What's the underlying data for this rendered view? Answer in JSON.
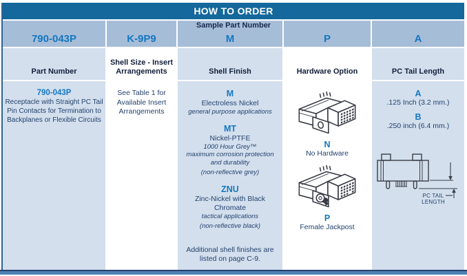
{
  "title": "HOW TO ORDER",
  "sample": {
    "label": "Sample Part Number",
    "values": [
      "790-043P",
      "K-9P9",
      "M",
      "P",
      "A"
    ]
  },
  "columns": [
    {
      "header": "Part Number",
      "code": "790-043P",
      "description": "Receptacle with Straight PC Tail Pin Contacts for Termination to Backplanes or Flexible Circuits"
    },
    {
      "header": "Shell Size - Insert Arrangements",
      "note": "See Table 1 for Available Insert Arrangements"
    },
    {
      "header": "Shell Finish",
      "options": [
        {
          "code": "M",
          "name": "Electroless Nickel",
          "details": [
            "general purpose applications"
          ]
        },
        {
          "code": "MT",
          "name": "Nickel-PTFE",
          "details": [
            "1000 Hour Grey™",
            "maximum corrosion protection and durability",
            "(non-reflective grey)"
          ]
        },
        {
          "code": "ZNU",
          "name": "Zinc-Nickel with Black Chromate",
          "details": [
            "tactical applications",
            "(non-reflective black)"
          ]
        }
      ],
      "footnote": "Additional shell finishes are listed on page C-9."
    },
    {
      "header": "Hardware Option",
      "options": [
        {
          "code": "N",
          "name": "No Hardware",
          "icon": "connector-no-hardware-icon"
        },
        {
          "code": "P",
          "name": "Female Jackpost",
          "icon": "connector-female-jackpost-icon"
        }
      ]
    },
    {
      "header": "PC Tail Length",
      "options": [
        {
          "code": "A",
          "name": ".125 Inch (3.2 mm.)"
        },
        {
          "code": "B",
          "name": ".250 inch (6.4 mm.)"
        }
      ],
      "diagram_label": {
        "line1": "PC TAIL",
        "line2": "LENGTH"
      }
    }
  ],
  "colors": {
    "header_bg": "#14689c",
    "band_bg": "#a6bdd8",
    "cell_bg": "#d3dfed",
    "accent_blue": "#1577c0",
    "navy_text": "#24426e",
    "header_text": "#121f3a",
    "bottom_bar": "#4e81b3",
    "bottom_line": "#23406d",
    "line_art": "#3a3d46"
  }
}
